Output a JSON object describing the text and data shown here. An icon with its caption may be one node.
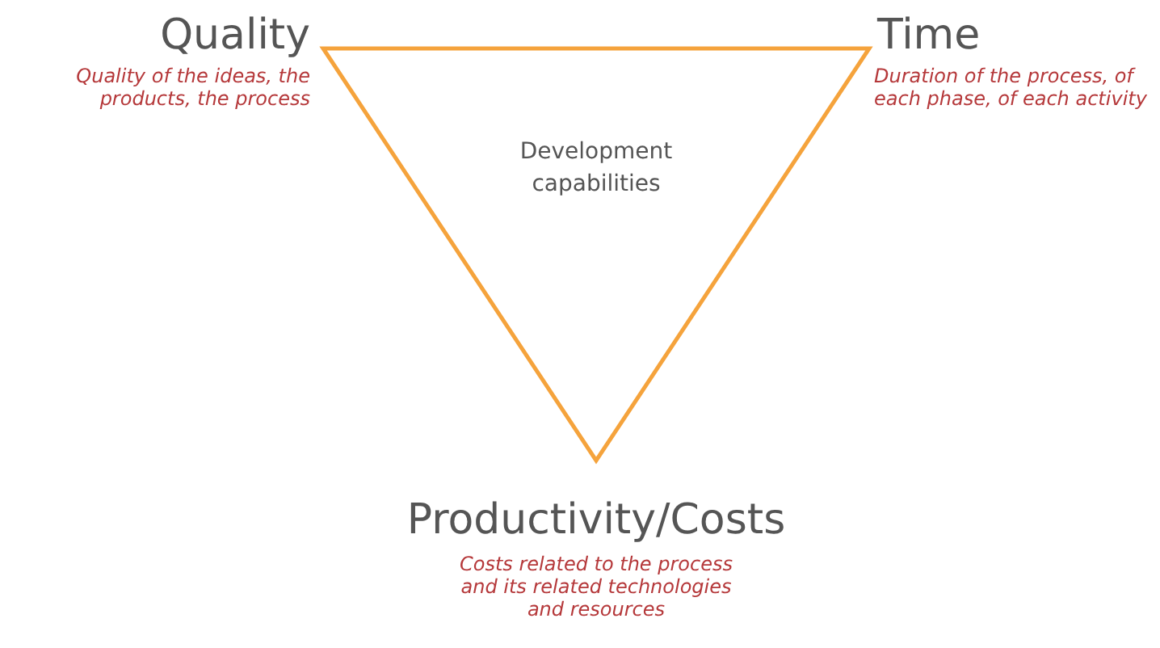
{
  "diagram": {
    "nodes": [
      {
        "text": [
          "Development capabilities"
        ]
      }
    ],
    "edges": [],
    "labels": [
      "Quality",
      "Quality of the ideas, the products, the process",
      "Time",
      "Duration of the process, of each phase, of each activity",
      "Productivity/Costs",
      "Costs related to the process and its related technologies and resources"
    ]
  }
}
